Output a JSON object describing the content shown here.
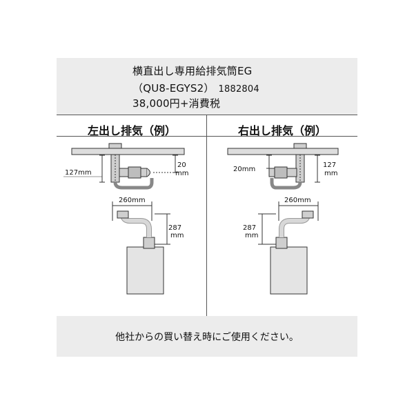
{
  "product": {
    "name": "横直出し専用給排気筒EG",
    "model": "（QU8-EGYS2）",
    "code": "1882804",
    "price": "38,000円+消費税"
  },
  "left": {
    "title": "左出し排気（例）",
    "dim_drop": "127mm",
    "dim_side_num": "20",
    "dim_side_unit": "mm",
    "dim_width": "260mm",
    "dim_height_num": "287",
    "dim_height_unit": "mm"
  },
  "right": {
    "title": "右出し排気（例）",
    "dim_drop": "20mm",
    "dim_side_num": "127",
    "dim_side_unit": "mm",
    "dim_width": "260mm",
    "dim_height_num": "287",
    "dim_height_unit": "mm"
  },
  "footer": {
    "note": "他社からの買い替え時にご使用ください。"
  }
}
